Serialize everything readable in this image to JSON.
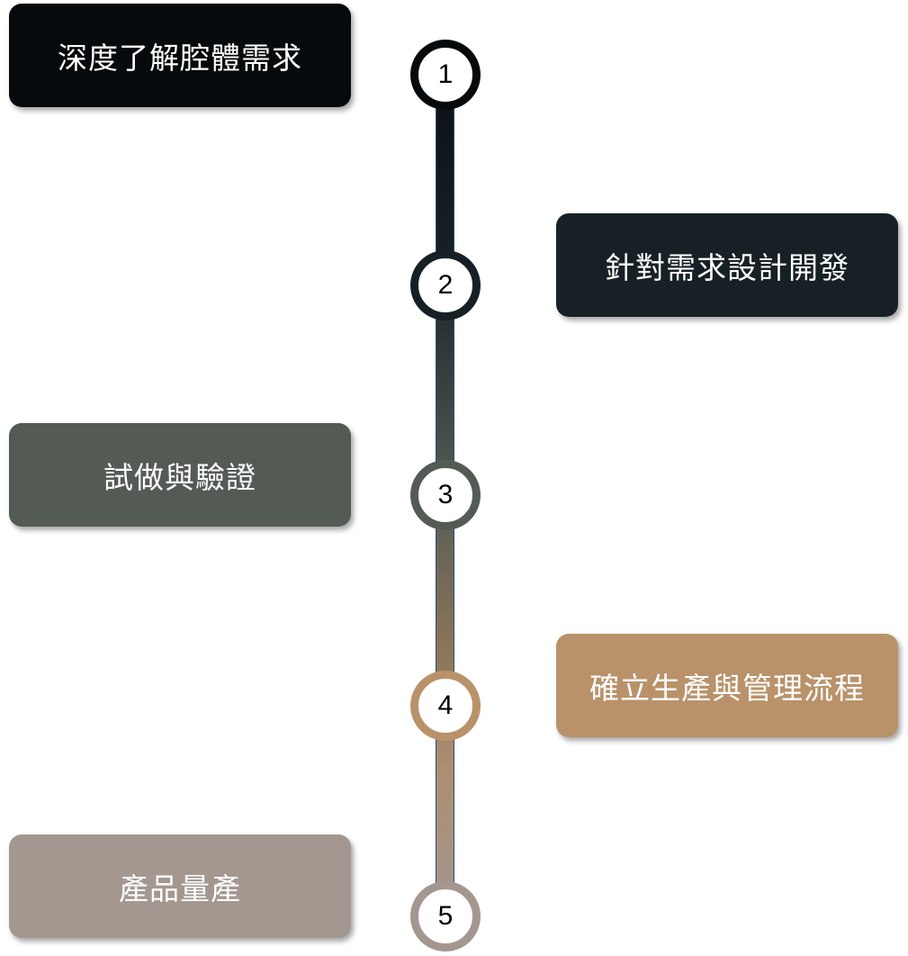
{
  "steps": [
    {
      "number": "1",
      "label": "深度了解腔體需求",
      "color": "#060a0c"
    },
    {
      "number": "2",
      "label": "針對需求設計開發",
      "color": "#172125"
    },
    {
      "number": "3",
      "label": "試做與驗證",
      "color": "#545b55"
    },
    {
      "number": "4",
      "label": "確立生產與管理流程",
      "color": "#b9926a"
    },
    {
      "number": "5",
      "label": "產品量產",
      "color": "#a39790"
    }
  ]
}
